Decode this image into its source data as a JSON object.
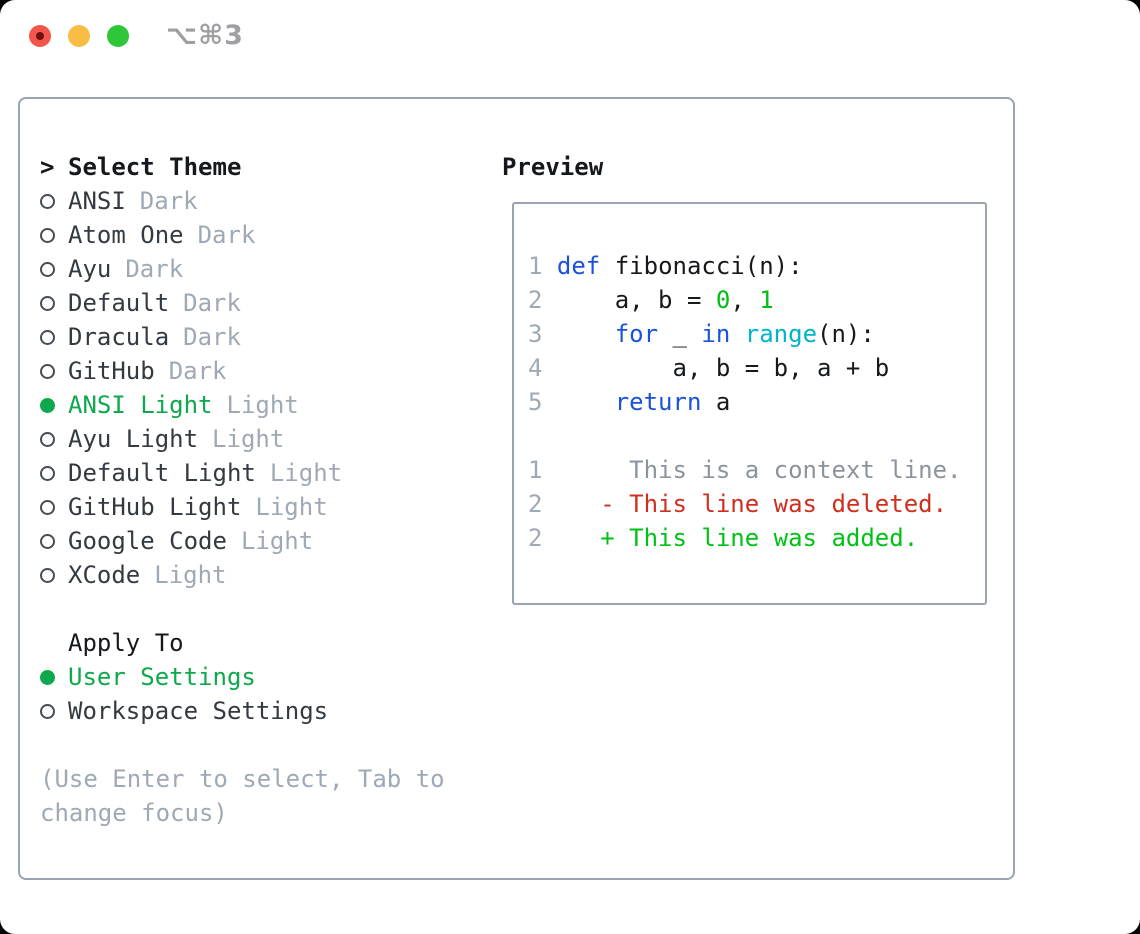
{
  "window": {
    "title_shortcut": "⌥⌘3",
    "controls": [
      "close",
      "minimize",
      "zoom"
    ]
  },
  "theme_picker": {
    "header": {
      "prompt": ">",
      "label": "Select Theme"
    },
    "items": [
      {
        "name": "ANSI",
        "variant": "Dark",
        "selected": false
      },
      {
        "name": "Atom One",
        "variant": "Dark",
        "selected": false
      },
      {
        "name": "Ayu",
        "variant": "Dark",
        "selected": false
      },
      {
        "name": "Default",
        "variant": "Dark",
        "selected": false
      },
      {
        "name": "Dracula",
        "variant": "Dark",
        "selected": false
      },
      {
        "name": "GitHub",
        "variant": "Dark",
        "selected": false
      },
      {
        "name": "ANSI Light",
        "variant": "Light",
        "selected": true
      },
      {
        "name": "Ayu Light",
        "variant": "Light",
        "selected": false
      },
      {
        "name": "Default Light",
        "variant": "Light",
        "selected": false
      },
      {
        "name": "GitHub Light",
        "variant": "Light",
        "selected": false
      },
      {
        "name": "Google Code",
        "variant": "Light",
        "selected": false
      },
      {
        "name": "XCode",
        "variant": "Light",
        "selected": false
      }
    ],
    "apply_to": {
      "label": "Apply To",
      "options": [
        {
          "label": "User Settings",
          "selected": true
        },
        {
          "label": "Workspace Settings",
          "selected": false
        }
      ]
    },
    "help_lines": [
      "(Use Enter to select, Tab to",
      "change focus)"
    ]
  },
  "preview": {
    "label": "Preview",
    "code_lines": [
      [
        {
          "t": "1 ",
          "c": "num"
        },
        {
          "t": "def",
          "c": "kw"
        },
        {
          "t": " fibonacci(n):",
          "c": "plain"
        }
      ],
      [
        {
          "t": "2 ",
          "c": "num"
        },
        {
          "t": "    a, b = ",
          "c": "plain"
        },
        {
          "t": "0",
          "c": "lit"
        },
        {
          "t": ", ",
          "c": "plain"
        },
        {
          "t": "1",
          "c": "lit"
        }
      ],
      [
        {
          "t": "3 ",
          "c": "num"
        },
        {
          "t": "    ",
          "c": "plain"
        },
        {
          "t": "for",
          "c": "kw"
        },
        {
          "t": " _ ",
          "c": "plain"
        },
        {
          "t": "in",
          "c": "kw"
        },
        {
          "t": " ",
          "c": "plain"
        },
        {
          "t": "range",
          "c": "fn"
        },
        {
          "t": "(n):",
          "c": "plain"
        }
      ],
      [
        {
          "t": "4 ",
          "c": "num"
        },
        {
          "t": "        a, b = b, a + b",
          "c": "plain"
        }
      ],
      [
        {
          "t": "5 ",
          "c": "num"
        },
        {
          "t": "    ",
          "c": "plain"
        },
        {
          "t": "return",
          "c": "kw"
        },
        {
          "t": " a",
          "c": "plain"
        }
      ],
      [],
      [
        {
          "t": "1 ",
          "c": "num"
        },
        {
          "t": "     This is a context line.",
          "c": "ctx"
        }
      ],
      [
        {
          "t": "2 ",
          "c": "num"
        },
        {
          "t": "   - This line was deleted.",
          "c": "del"
        }
      ],
      [
        {
          "t": "2 ",
          "c": "num"
        },
        {
          "t": "   + This line was added.",
          "c": "add"
        }
      ]
    ]
  },
  "colors": {
    "accent_green": "#0FA84C",
    "diff_added_green": "#00C214",
    "diff_deleted_red": "#CE2F1F",
    "keyword_blue": "#1B52DA",
    "builtin_cyan": "#00B5C8",
    "number_green": "#00BE12",
    "muted_gray": "#9FA9B5",
    "text_dark": "#15181C",
    "panel_border_gray": "#99A3B1",
    "traffic_red": "#F2564D",
    "traffic_yellow": "#F7BD45",
    "traffic_green": "#2EC737"
  }
}
